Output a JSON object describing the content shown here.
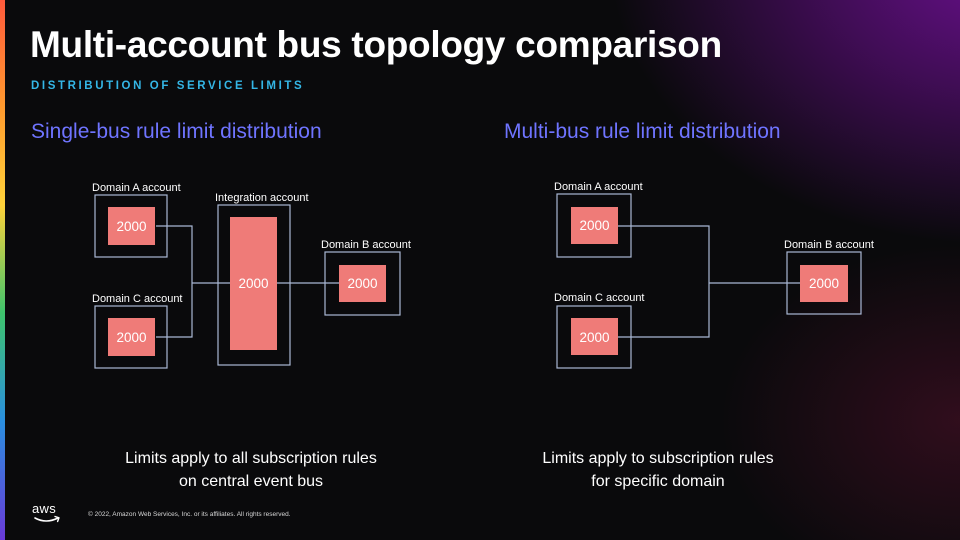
{
  "slide": {
    "title": "Multi-account bus topology comparison",
    "subtitle": "DISTRIBUTION OF SERVICE LIMITS"
  },
  "left": {
    "heading": "Single-bus rule limit distribution",
    "domain_a_label": "Domain A account",
    "domain_a_value": "2000",
    "domain_c_label": "Domain C account",
    "domain_c_value": "2000",
    "integration_label": "Integration account",
    "integration_value": "2000",
    "domain_b_label": "Domain B account",
    "domain_b_value": "2000",
    "caption_line1": "Limits apply to all subscription rules",
    "caption_line2": "on central event bus"
  },
  "right": {
    "heading": "Multi-bus rule limit distribution",
    "domain_a_label": "Domain A account",
    "domain_a_value": "2000",
    "domain_c_label": "Domain C account",
    "domain_c_value": "2000",
    "domain_b_label": "Domain B account",
    "domain_b_value": "2000",
    "caption_line1": "Limits apply to subscription rules",
    "caption_line2": "for specific domain"
  },
  "footer": {
    "logo_text": "aws",
    "copyright": "© 2022, Amazon Web Services, Inc. or its affiliates. All rights reserved."
  },
  "colors": {
    "limit_box": "#ef7b78",
    "outline": "#a9b8d4",
    "heading": "#6f74ff",
    "subtitle": "#34b6e6"
  }
}
